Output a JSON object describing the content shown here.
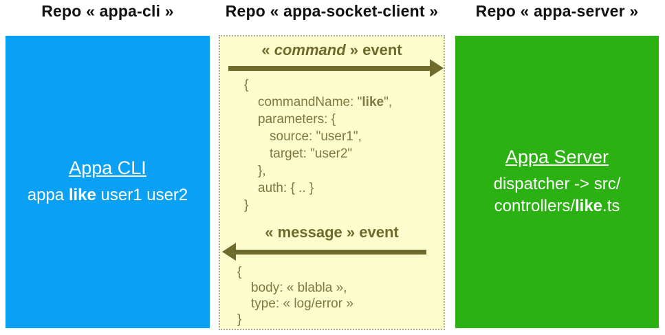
{
  "headers": {
    "cli": "Repo « appa-cli »",
    "socket": "Repo « appa-socket-client »",
    "server": "Repo « appa-server »"
  },
  "cli_box": {
    "title": "Appa CLI",
    "command_pre": "appa ",
    "command_bold": "like",
    "command_post": " user1 user2"
  },
  "server_box": {
    "title": "Appa Server",
    "line1": "dispatcher -> src/",
    "line2_pre": "controllers/",
    "line2_bold": "like",
    "line2_post": ".ts"
  },
  "socket_box": {
    "command_event": {
      "open": "« ",
      "keyword": "command",
      "close": " » event"
    },
    "message_event": {
      "open": "« ",
      "keyword": "message",
      "close": " » event"
    },
    "command_payload": {
      "l1": "{",
      "l2_pre": "commandName: \"",
      "l2_bold": "like",
      "l2_post": "\",",
      "l3": "parameters: {",
      "l4": "source: \"user1\",",
      "l5": "target: \"user2\"",
      "l6": "},",
      "l7": "auth: { .. }",
      "l8": "}"
    },
    "message_payload": {
      "l1": "{",
      "l2": "body: « blabla »,",
      "l3": "type: « log/error »",
      "l4": "}"
    }
  },
  "colors": {
    "cli_blue": "#0aa1f5",
    "server_green": "#2bb112",
    "socket_yellow": "#fcfccd",
    "olive_text": "#6f6b2d",
    "code_text": "#7d7940",
    "dotted_border": "#a8a8a8"
  }
}
